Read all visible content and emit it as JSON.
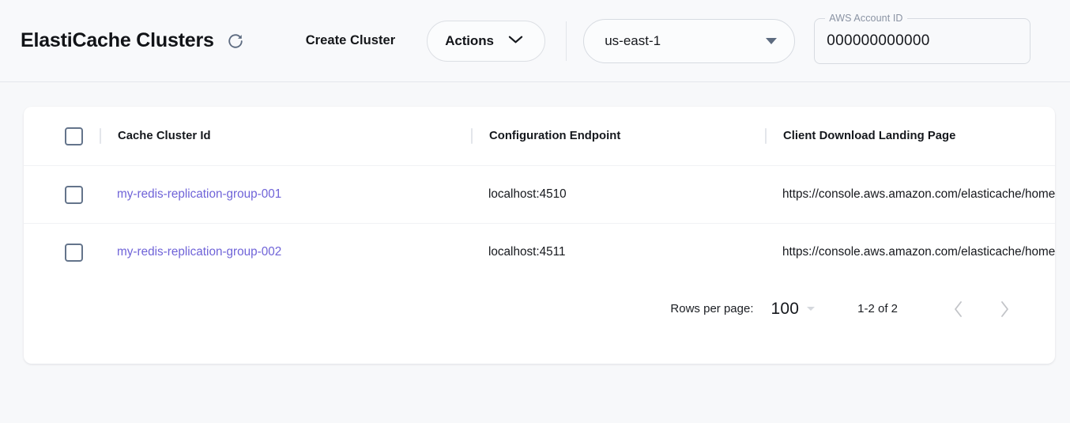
{
  "header": {
    "title": "ElastiCache Clusters",
    "refresh_icon": "refresh-icon",
    "create_cluster_label": "Create Cluster",
    "actions_label": "Actions",
    "actions_caret_icon": "chevron-down-icon",
    "region": {
      "value": "us-east-1",
      "caret_icon": "caret-down-icon"
    },
    "account": {
      "label": "AWS Account ID",
      "value": "000000000000",
      "placeholder": "000000000000"
    }
  },
  "table": {
    "columns": [
      {
        "key": "select",
        "label": ""
      },
      {
        "key": "cluster_id",
        "label": "Cache Cluster Id"
      },
      {
        "key": "configuration_endpoint",
        "label": "Configuration Endpoint"
      },
      {
        "key": "client_download_landing_page",
        "label": "Client Download Landing Page"
      }
    ],
    "rows": [
      {
        "cluster_id": "my-redis-replication-group-001",
        "configuration_endpoint": "localhost:4510",
        "client_download_landing_page": "https://console.aws.amazon.com/elasticache/home#client-download:",
        "selected": false
      },
      {
        "cluster_id": "my-redis-replication-group-002",
        "configuration_endpoint": "localhost:4511",
        "client_download_landing_page": "https://console.aws.amazon.com/elasticache/home#client-download:",
        "selected": false
      }
    ]
  },
  "pagination": {
    "rows_per_page_label": "Rows per page:",
    "rows_per_page_value": "100",
    "range_label": "1-2 of 2",
    "prev_icon": "chevron-left-icon",
    "next_icon": "chevron-right-icon"
  },
  "colors": {
    "link": "#6f63d8",
    "page_background": "#f7f8fa",
    "card_background": "#ffffff",
    "checkbox_border": "#64748b"
  }
}
